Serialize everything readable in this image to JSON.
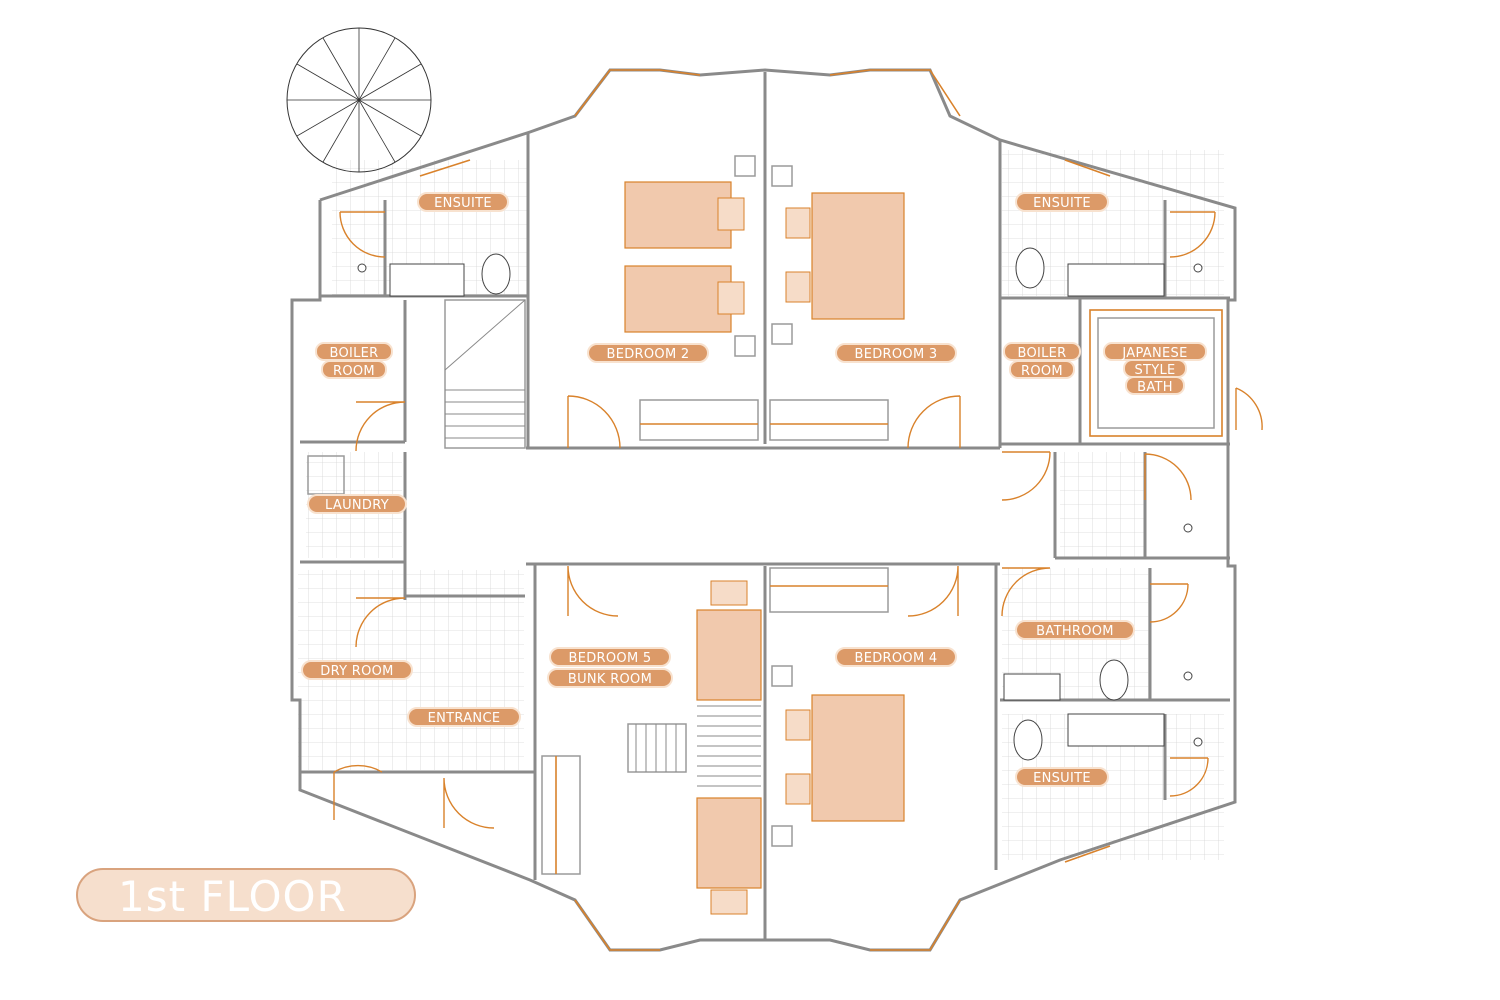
{
  "floor_label": "1st FLOOR",
  "colors": {
    "accent": "#d9822b",
    "label_fill": "#dc9a68",
    "bed_fill": "#f1c9ad",
    "wall": "#8a8a8a"
  },
  "rooms": {
    "ensuite_nw": "ENSUITE",
    "ensuite_ne": "ENSUITE",
    "ensuite_se": "ENSUITE",
    "bedroom_2": "BEDROOM 2",
    "bedroom_3": "BEDROOM 3",
    "bedroom_4": "BEDROOM 4",
    "bedroom_5": "BEDROOM 5",
    "bunk_room": "BUNK ROOM",
    "boiler_w": [
      "BOILER",
      "ROOM"
    ],
    "boiler_e": [
      "BOILER",
      "ROOM"
    ],
    "japanese_bath": [
      "JAPANESE",
      "STYLE",
      "BATH"
    ],
    "laundry": "LAUNDRY",
    "dry_room": "DRY ROOM",
    "entrance": "ENTRANCE",
    "bathroom": "BATHROOM"
  },
  "icons": {
    "compass": "compass-rose-icon"
  }
}
